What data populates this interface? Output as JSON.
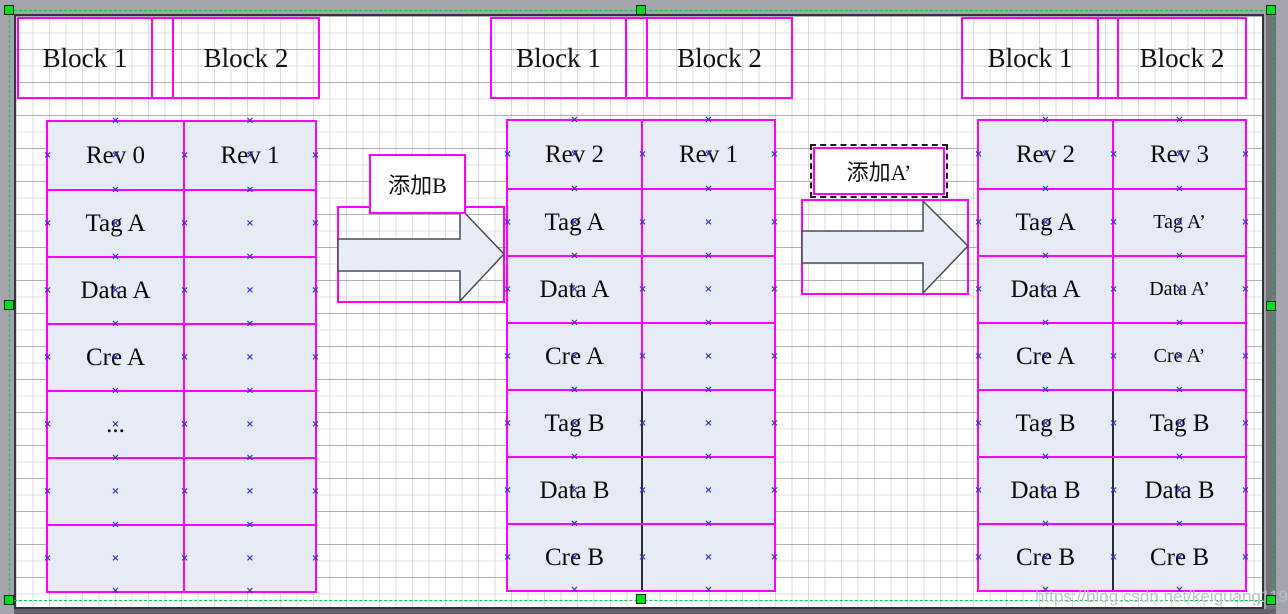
{
  "groups": [
    {
      "header": {
        "block1": "Block 1",
        "block2": "Block 2"
      },
      "rows": [
        [
          "Rev 0",
          "Rev 1"
        ],
        [
          "Tag A",
          ""
        ],
        [
          "Data A",
          ""
        ],
        [
          "Cre A",
          ""
        ],
        [
          "...",
          ""
        ],
        [
          "",
          ""
        ],
        [
          "",
          ""
        ]
      ]
    },
    {
      "header": {
        "block1": "Block 1",
        "block2": "Block 2"
      },
      "rows": [
        [
          "Rev 2",
          "Rev 1"
        ],
        [
          "Tag A",
          ""
        ],
        [
          "Data A",
          ""
        ],
        [
          "Cre A",
          ""
        ],
        [
          "Tag B",
          ""
        ],
        [
          "Data B",
          ""
        ],
        [
          "Cre B",
          ""
        ]
      ]
    },
    {
      "header": {
        "block1": "Block 1",
        "block2": "Block 2"
      },
      "rows": [
        [
          "Rev 2",
          "Rev 3"
        ],
        [
          "Tag A",
          "Tag A’"
        ],
        [
          "Data A",
          "Data A’"
        ],
        [
          "Cre A",
          "Cre A’"
        ],
        [
          "Tag B",
          "Tag B"
        ],
        [
          "Data B",
          "Data B"
        ],
        [
          "Cre B",
          "Cre B"
        ]
      ]
    }
  ],
  "arrows": [
    {
      "label": "添加B"
    },
    {
      "label": "添加A’"
    }
  ],
  "watermark": "https://blog.csdn.net/keiguang119",
  "icons": {
    "connection_point_glyph": "×"
  },
  "colors": {
    "selection_outline": "#FF00FF",
    "cell_fill": "#E7EBF6",
    "handle_green": "#00DD22",
    "selection_dash_green": "#00CC33",
    "connection_point_blue": "#3434C8",
    "arrow_fill": "#E7ECF7",
    "arrow_stroke": "#4A4A52",
    "page_backdrop_gray": "#A3A4AC"
  }
}
